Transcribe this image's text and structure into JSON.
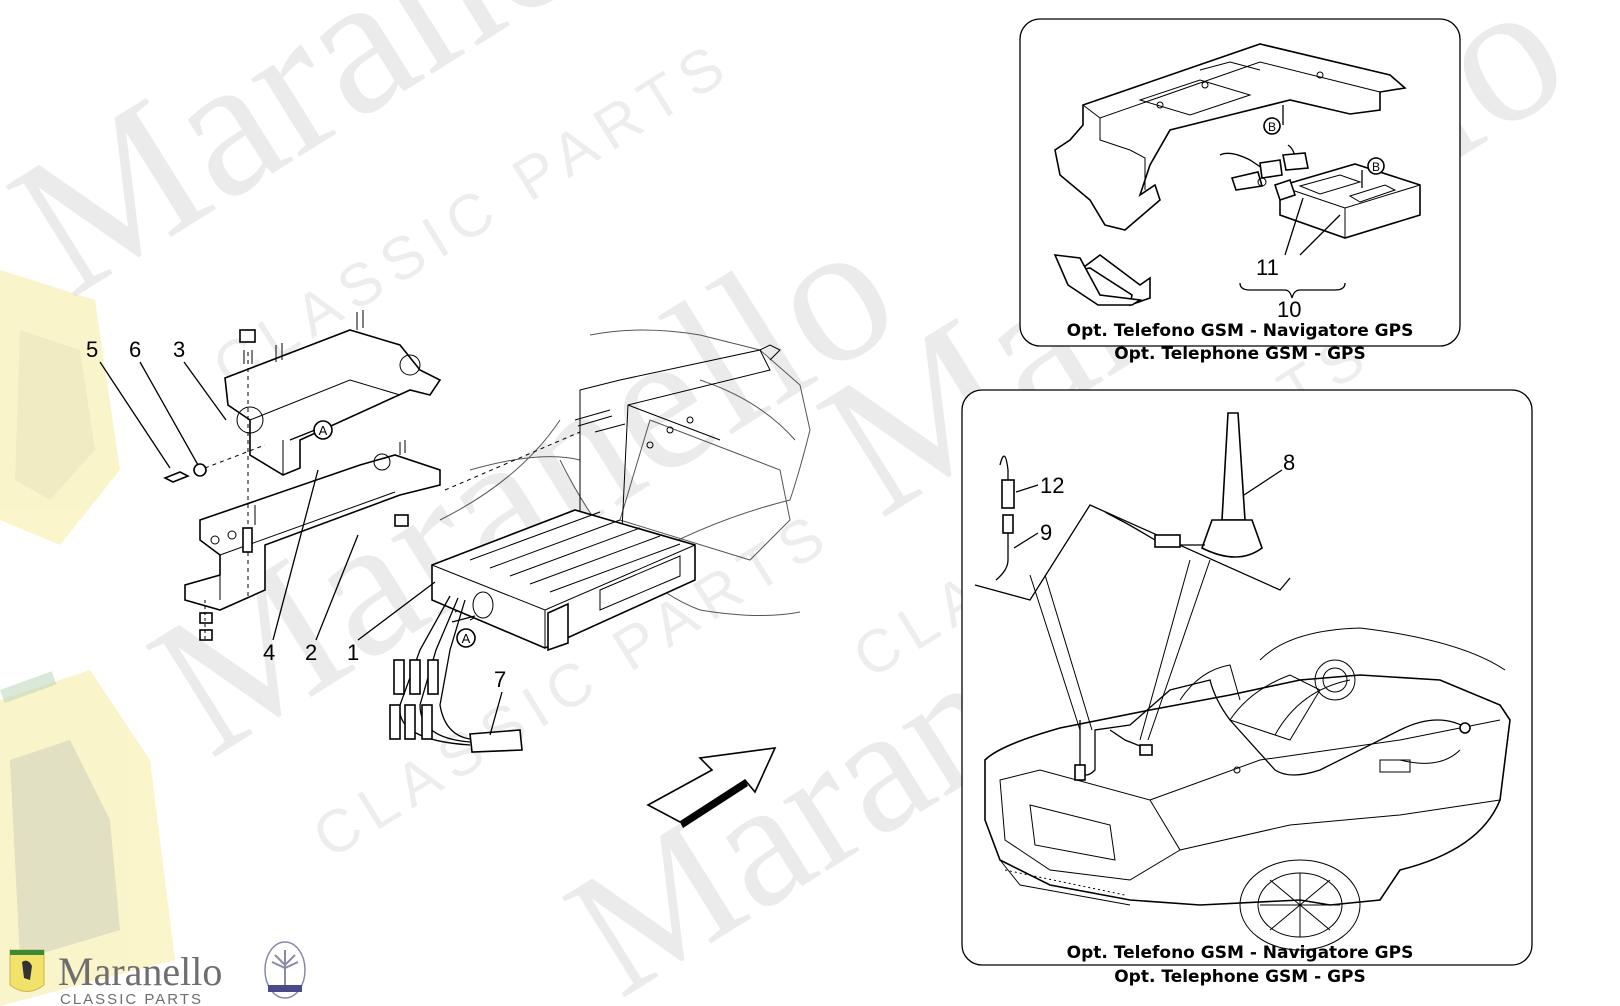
{
  "watermark": {
    "main_text": "Maranello",
    "sub_text": "CLASSIC PARTS"
  },
  "logo": {
    "name": "Maranello",
    "subtitle": "CLASSIC PARTS",
    "badge_icon": "ferrari-shield-icon",
    "emblem_icon": "maserati-trident-icon"
  },
  "main_diagram": {
    "callouts": [
      "5",
      "6",
      "3",
      "4",
      "2",
      "1",
      "7"
    ],
    "connector_markers": [
      "A",
      "A"
    ]
  },
  "inset_top": {
    "callouts": [
      "11",
      "10"
    ],
    "connector_markers": [
      "B",
      "B"
    ],
    "caption_line1": "Opt. Telefono GSM - Navigatore GPS",
    "caption_line2": "Opt. Telephone GSM - GPS"
  },
  "inset_bottom": {
    "callouts": [
      "12",
      "9",
      "8"
    ],
    "caption_line1": "Opt. Telefono GSM - Navigatore GPS",
    "caption_line2": "Opt. Telephone GSM - GPS"
  },
  "colors": {
    "line": "#000000",
    "watermark": "#dcdcdc",
    "badge_yellow": "#f3e26a",
    "logo_gray": "#6e6e6e"
  }
}
